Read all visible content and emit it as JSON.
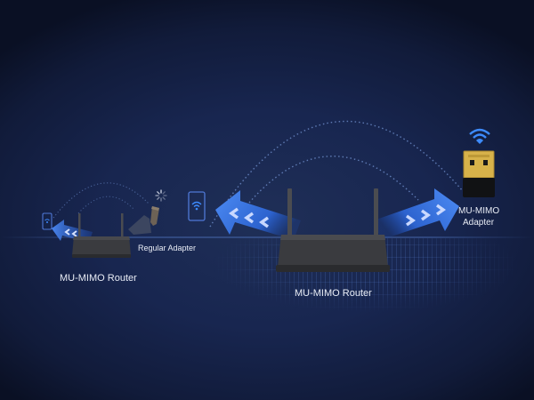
{
  "scene": {
    "description": "MU-MIMO router vs regular adapter illustration",
    "colors": {
      "background_dark": "#0a1024",
      "background_mid": "#182650",
      "arrow_blue": "#3c7be8",
      "arrow_blue_dark": "#1d4fb8",
      "router_body": "#3a3b3f",
      "adapter_gold": "#d7b24a",
      "wifi_blue": "#3d8bff",
      "label_text": "#e8ecf5"
    }
  },
  "left_diagram": {
    "router_label": "MU-MIMO Router",
    "adapter_label": "Regular Adapter"
  },
  "right_diagram": {
    "router_label": "MU-MIMO Router",
    "adapter_label_line1": "MU-MIMO",
    "adapter_label_line2": "Adapter"
  },
  "icons": {
    "phone_small": "smartphone-icon",
    "phone_large": "smartphone-icon",
    "wifi": "wifi-icon",
    "loading": "loading-spinner-icon",
    "usb_adapter": "usb-adapter-icon"
  }
}
